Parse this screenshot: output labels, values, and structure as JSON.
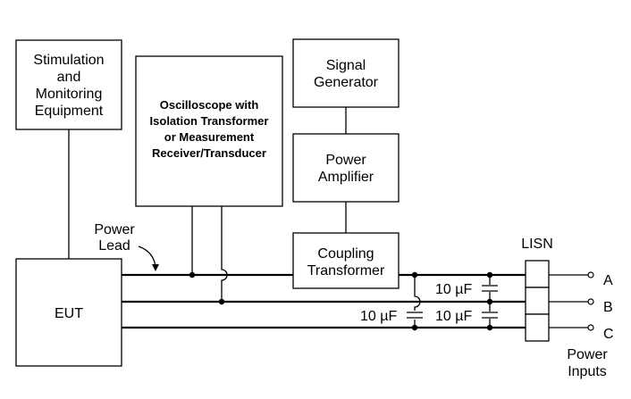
{
  "blocks": {
    "stimulation": [
      "Stimulation",
      "and",
      "Monitoring",
      "Equipment"
    ],
    "oscilloscope": [
      "Oscilloscope with",
      "Isolation Transformer",
      "or Measurement",
      "Receiver/Transducer"
    ],
    "signal_generator": [
      "Signal",
      "Generator"
    ],
    "power_amplifier": [
      "Power",
      "Amplifier"
    ],
    "coupling_transformer": [
      "Coupling",
      "Transformer"
    ],
    "eut": "EUT",
    "lisn": "LISN"
  },
  "labels": {
    "power_lead": [
      "Power",
      "Lead"
    ],
    "power_inputs": [
      "Power",
      "Inputs"
    ]
  },
  "capacitors": {
    "c_ab": "10 µF",
    "c_bc": "10 µF",
    "c_ct_c": "10 µF"
  },
  "terminals": [
    "A",
    "B",
    "C"
  ]
}
